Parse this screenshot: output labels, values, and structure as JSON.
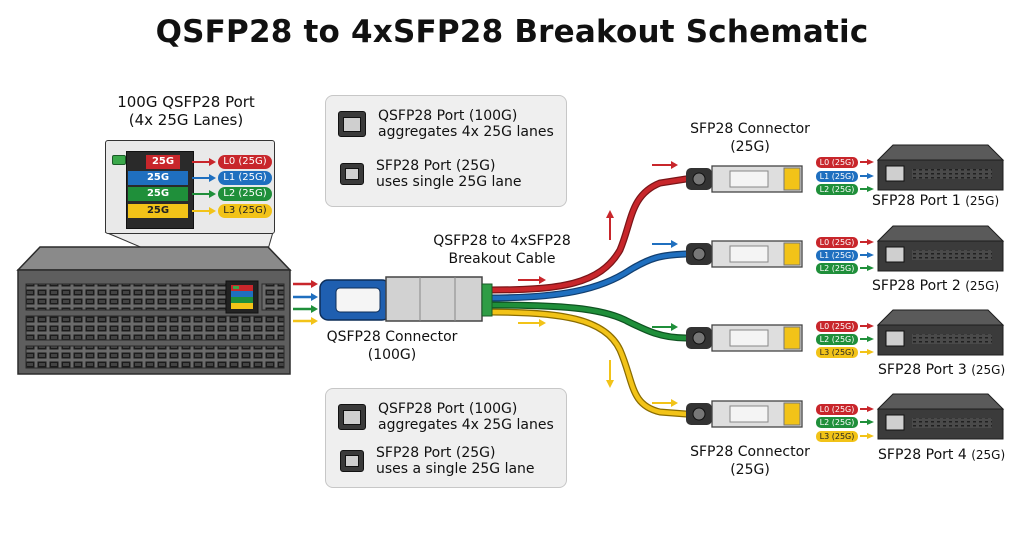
{
  "title": "QSFP28 to 4xSFP28 Breakout Schematic",
  "colors": {
    "lane0": "#c8262b",
    "lane1": "#1f6fbf",
    "lane2": "#1f8f3a",
    "lane3": "#f2c318",
    "switch": "#5b5b5b",
    "legend_bg": "#efefef"
  },
  "port_zoom": {
    "title": "100G QSFP28 Port",
    "subtitle": "(4x 25G Lanes)",
    "bars": [
      "25G",
      "25G",
      "25G",
      "25G"
    ],
    "lanes": [
      "L0 (25G)",
      "L1 (25G)",
      "L2 (25G)",
      "L3 (25G)"
    ]
  },
  "legend_top": [
    {
      "icon": "qsfp28-port-icon",
      "title": "QSFP28 Port (100G)",
      "desc": "aggregates 4x 25G lanes"
    },
    {
      "icon": "sfp28-port-icon",
      "title": "SFP28 Port (25G)",
      "desc": "uses single 25G lane"
    }
  ],
  "legend_bottom": [
    {
      "icon": "qsfp28-port-icon",
      "title": "QSFP28 Port (100G)",
      "desc": "aggregates 4x 25G lanes"
    },
    {
      "icon": "sfp28-port-icon",
      "title": "SFP28 Port (25G)",
      "desc": "uses a single 25G lane"
    }
  ],
  "cable": {
    "line1": "QSFP28 to 4xSFP28",
    "line2": "Breakout Cable"
  },
  "qsfp_connector": {
    "line1": "QSFP28 Connector",
    "line2": "(100G)"
  },
  "sfp_connector_top": {
    "line1": "SFP28 Connector",
    "line2": "(25G)"
  },
  "sfp_connector_bottom": {
    "line1": "SFP28 Connector",
    "line2": "(25G)"
  },
  "endpoints": [
    {
      "name": "SFP28 Port 1",
      "speed": "(25G)",
      "lanes": [
        "L0 (25G)",
        "L1 (25G)",
        "L2 (25G)"
      ]
    },
    {
      "name": "SFP28 Port 2",
      "speed": "(25G)",
      "lanes": [
        "L0 (25G)",
        "L1 (25G)",
        "L2 (25G)"
      ]
    },
    {
      "name": "SFP28 Port 3",
      "speed": "(25G)",
      "lanes": [
        "L0 (25G)",
        "L2 (25G)",
        "L3 (25G)"
      ]
    },
    {
      "name": "SFP28 Port 4",
      "speed": "(25G)",
      "lanes": [
        "L0 (25G)",
        "L2 (25G)",
        "L3 (25G)"
      ]
    }
  ]
}
